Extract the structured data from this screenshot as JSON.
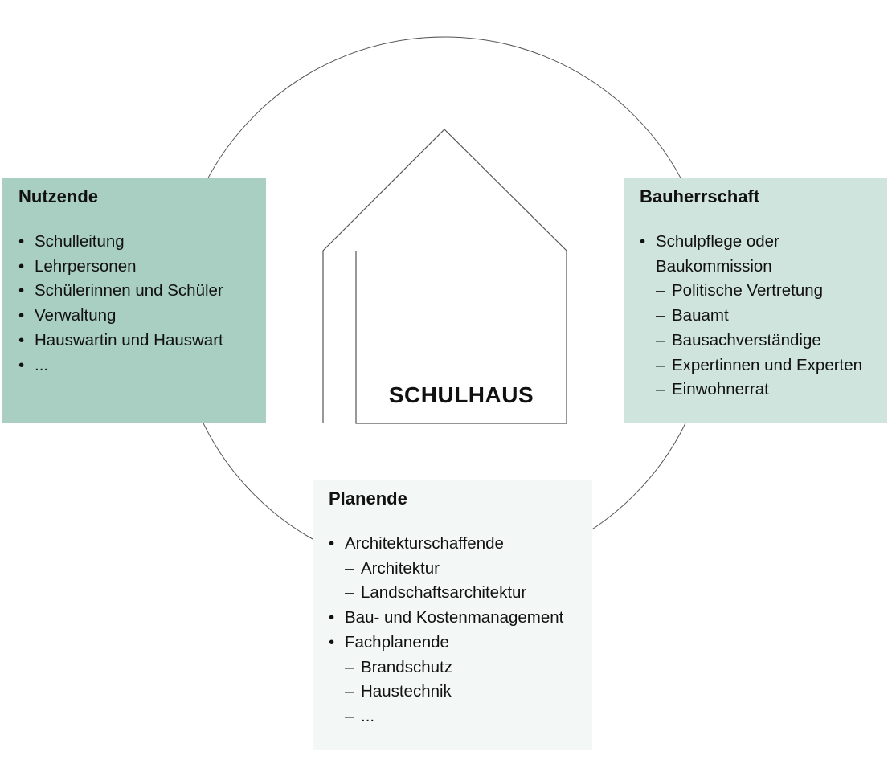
{
  "center": {
    "label": "SCHULHAUS"
  },
  "groups": [
    {
      "title": "Nutzende",
      "items": [
        {
          "type": "bullet",
          "text": "Schulleitung"
        },
        {
          "type": "bullet",
          "text": "Lehrpersonen"
        },
        {
          "type": "bullet",
          "text": "Schülerinnen und Schüler"
        },
        {
          "type": "bullet",
          "text": "Verwaltung"
        },
        {
          "type": "bullet",
          "text": "Hauswartin und Hauswart"
        },
        {
          "type": "bullet",
          "text": "..."
        }
      ]
    },
    {
      "title": "Bauherrschaft",
      "items": [
        {
          "type": "bullet",
          "text": "Schulpflege oder Baukommission"
        },
        {
          "type": "dash",
          "text": "Politische Vertretung"
        },
        {
          "type": "dash",
          "text": "Bauamt"
        },
        {
          "type": "dash",
          "text": "Bausachverständige"
        },
        {
          "type": "dash",
          "text": "Expertinnen und Experten"
        },
        {
          "type": "dash",
          "text": "Einwohnerrat"
        }
      ]
    },
    {
      "title": "Planende",
      "items": [
        {
          "type": "bullet",
          "text": "Architekturschaffende"
        },
        {
          "type": "dash",
          "text": "Architektur"
        },
        {
          "type": "dash",
          "text": "Landschaftsarchitektur"
        },
        {
          "type": "bullet",
          "text": "Bau- und Kostenmanagement"
        },
        {
          "type": "bullet",
          "text": "Fachplanende"
        },
        {
          "type": "dash",
          "text": "Brandschutz"
        },
        {
          "type": "dash",
          "text": "Haustechnik"
        },
        {
          "type": "dash",
          "text": "..."
        }
      ]
    }
  ],
  "colors": {
    "nutzende": "#a9cfc3",
    "bauherrschaft": "#d0e4de",
    "planende": "#f3f8f6"
  }
}
